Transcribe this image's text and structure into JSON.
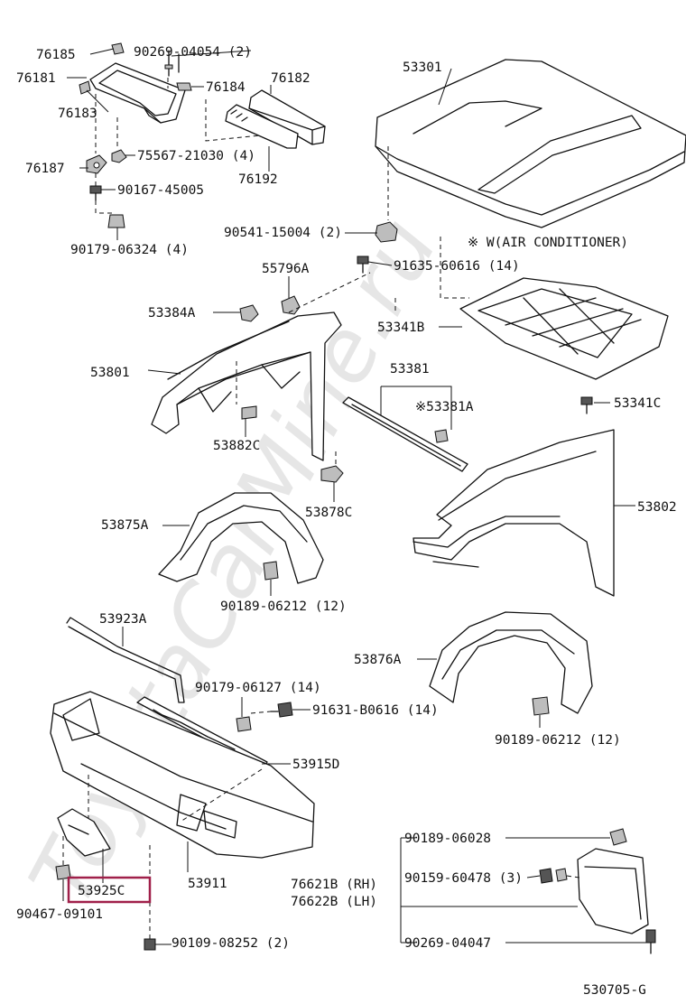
{
  "parts": {
    "p76185": "76185",
    "p90269_04054": "90269-04054 (2)",
    "p76181": "76181",
    "p76184": "76184",
    "p76182": "76182",
    "p76183": "76183",
    "p76187": "76187",
    "p75567": "75567-21030 (4)",
    "p76192": "76192",
    "p90167": "90167-45005",
    "p90179_06324": "90179-06324 (4)",
    "p53301": "53301",
    "p90541": "90541-15004 (2)",
    "note_ac": "※ W(AIR CONDITIONER)",
    "p55796A": "55796A",
    "p91635": "91635-60616 (14)",
    "p53384A": "53384A",
    "p53341B": "53341B",
    "p53801": "53801",
    "p53381": "53381",
    "p53381A": "※53381A",
    "p53341C": "53341C",
    "p53882C": "53882C",
    "p53878C": "53878C",
    "p53802": "53802",
    "p53875A": "53875A",
    "p90189_06212a": "90189-06212 (12)",
    "p53923A": "53923A",
    "p53876A": "53876A",
    "p90179_06127": "90179-06127 (14)",
    "p91631": "91631-B0616 (14)",
    "p90189_06212b": "90189-06212 (12)",
    "p53915D": "53915D",
    "p90189_06028": "90189-06028",
    "p90159": "90159-60478 (3)",
    "p76621B": "76621B (RH)",
    "p76622B": "76622B (LH)",
    "p53925C": "53925C",
    "p53911": "53911",
    "p90467": "90467-09101",
    "p90109": "90109-08252 (2)",
    "p90269_04047": "90269-04047"
  },
  "diagram_code": "530705-G",
  "watermark": "ToyotaCarMine.ru",
  "highlight_color": "#a0204a"
}
